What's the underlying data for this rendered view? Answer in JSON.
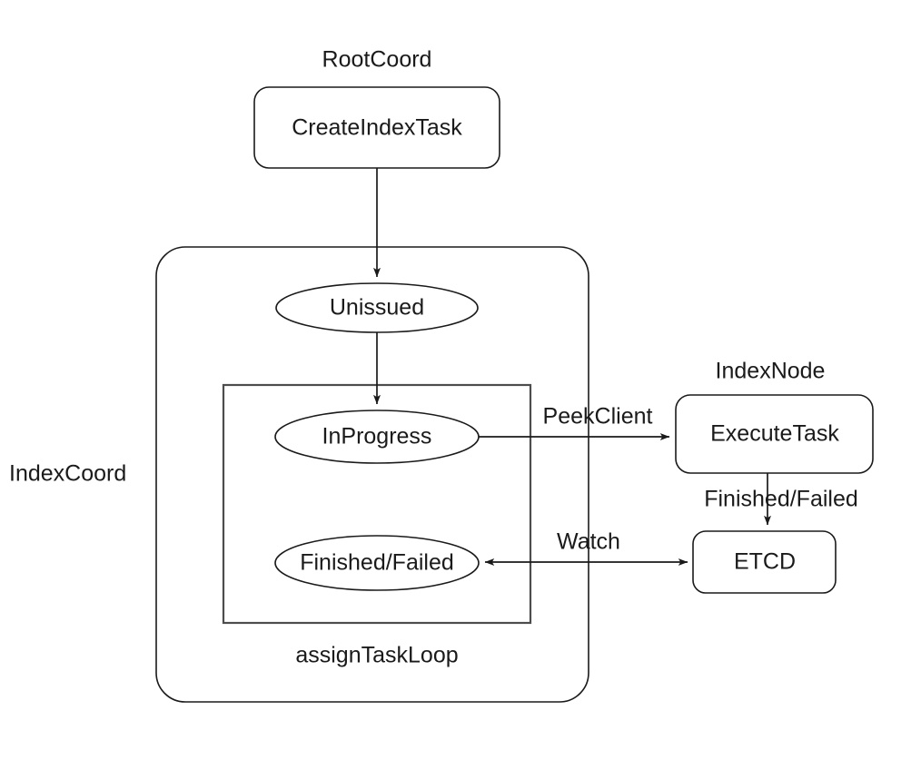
{
  "diagram": {
    "title": "IndexCoord task state flow",
    "colors": {
      "stroke": "#1a1a1a",
      "inner_box_stroke": "#4d4d4d",
      "fill": "#ffffff",
      "background": "#ffffff"
    },
    "groups": [
      {
        "id": "index_coord",
        "label": "IndexCoord",
        "shape": "rounded-rect"
      },
      {
        "id": "assign_task_loop",
        "label": "assignTaskLoop",
        "shape": "rect"
      }
    ],
    "nodes": [
      {
        "id": "root_coord_label",
        "label": "RootCoord",
        "shape": "free-label"
      },
      {
        "id": "create_index_task",
        "label": "CreateIndexTask",
        "shape": "rounded-rect"
      },
      {
        "id": "unissued",
        "label": "Unissued",
        "shape": "ellipse"
      },
      {
        "id": "in_progress",
        "label": "InProgress",
        "shape": "ellipse"
      },
      {
        "id": "finished_failed_state",
        "label": "Finished/Failed",
        "shape": "ellipse"
      },
      {
        "id": "index_node_label",
        "label": "IndexNode",
        "shape": "free-label"
      },
      {
        "id": "execute_task",
        "label": "ExecuteTask",
        "shape": "rounded-rect"
      },
      {
        "id": "etcd",
        "label": "ETCD",
        "shape": "rounded-rect"
      }
    ],
    "edges": [
      {
        "id": "create_to_unissued",
        "label": "",
        "from": "create_index_task",
        "to": "unissued",
        "arrow": "end"
      },
      {
        "id": "unissued_to_inprogress",
        "label": "",
        "from": "unissued",
        "to": "in_progress",
        "arrow": "end"
      },
      {
        "id": "inprogress_to_execute",
        "label": "PeekClient",
        "from": "in_progress",
        "to": "execute_task",
        "arrow": "end"
      },
      {
        "id": "execute_to_etcd",
        "label": "Finished/Failed",
        "from": "execute_task",
        "to": "etcd",
        "arrow": "end"
      },
      {
        "id": "etcd_watch",
        "label": "Watch",
        "from": "etcd",
        "to": "finished_failed_state",
        "arrow": "both"
      }
    ]
  },
  "labels": {
    "root_coord": "RootCoord",
    "create_index_task": "CreateIndexTask",
    "index_coord": "IndexCoord",
    "unissued": "Unissued",
    "in_progress": "InProgress",
    "finished_failed_state": "Finished/Failed",
    "assign_task_loop": "assignTaskLoop",
    "index_node": "IndexNode",
    "execute_task": "ExecuteTask",
    "etcd": "ETCD",
    "edge_peek_client": "PeekClient",
    "edge_finished_failed": "Finished/Failed",
    "edge_watch": "Watch"
  }
}
